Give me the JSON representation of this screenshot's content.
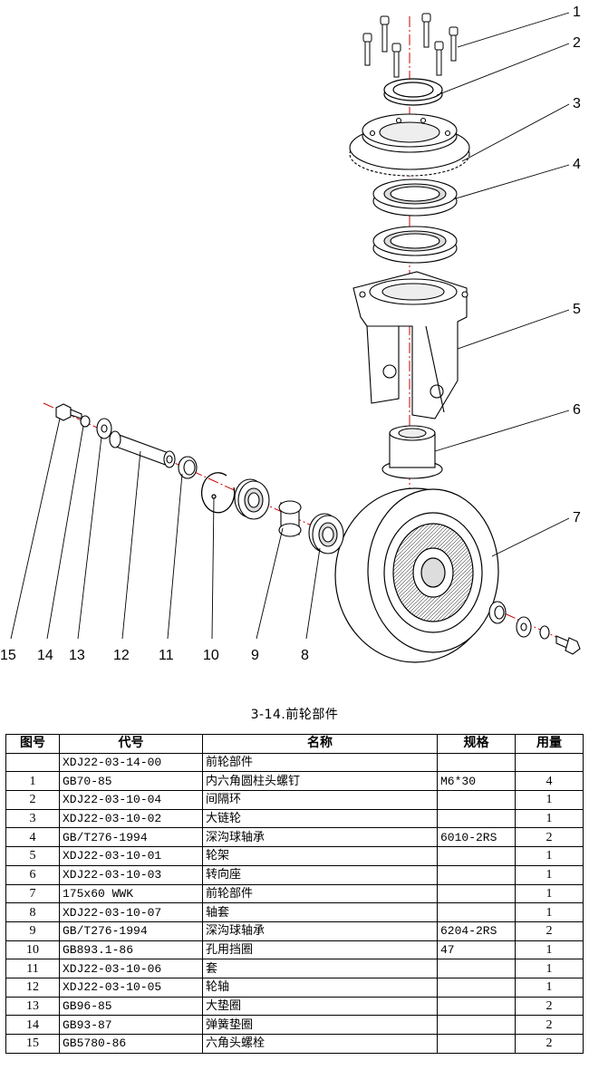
{
  "diagram": {
    "callouts": [
      "1",
      "2",
      "3",
      "4",
      "5",
      "6",
      "7",
      "8",
      "9",
      "10",
      "11",
      "12",
      "13",
      "14",
      "15"
    ]
  },
  "caption": "3-14.前轮部件",
  "table": {
    "headers": [
      "图号",
      "代号",
      "名称",
      "规格",
      "用量"
    ],
    "rows": [
      {
        "idx": "",
        "code": "XDJ22-03-14-00",
        "name": "前轮部件",
        "spec": "",
        "qty": ""
      },
      {
        "idx": "1",
        "code": "GB70-85",
        "name": "内六角圆柱头螺钉",
        "spec": "M6*30",
        "qty": "4"
      },
      {
        "idx": "2",
        "code": "XDJ22-03-10-04",
        "name": "间隔环",
        "spec": "",
        "qty": "1"
      },
      {
        "idx": "3",
        "code": "XDJ22-03-10-02",
        "name": "大链轮",
        "spec": "",
        "qty": "1"
      },
      {
        "idx": "4",
        "code": "GB/T276-1994",
        "name": "深沟球轴承",
        "spec": "6010-2RS",
        "qty": "2"
      },
      {
        "idx": "5",
        "code": "XDJ22-03-10-01",
        "name": "轮架",
        "spec": "",
        "qty": "1"
      },
      {
        "idx": "6",
        "code": "XDJ22-03-10-03",
        "name": "转向座",
        "spec": "",
        "qty": "1"
      },
      {
        "idx": "7",
        "code": "175x60 WWK",
        "name": "前轮部件",
        "spec": "",
        "qty": "1"
      },
      {
        "idx": "8",
        "code": "XDJ22-03-10-07",
        "name": "轴套",
        "spec": "",
        "qty": "1"
      },
      {
        "idx": "9",
        "code": "GB/T276-1994",
        "name": "深沟球轴承",
        "spec": "6204-2RS",
        "qty": "2"
      },
      {
        "idx": "10",
        "code": "GB893.1-86",
        "name": "孔用挡圈",
        "spec": "47",
        "qty": "1"
      },
      {
        "idx": "11",
        "code": "XDJ22-03-10-06",
        "name": "套",
        "spec": "",
        "qty": "1"
      },
      {
        "idx": "12",
        "code": "XDJ22-03-10-05",
        "name": "轮轴",
        "spec": "",
        "qty": "1"
      },
      {
        "idx": "13",
        "code": "GB96-85",
        "name": "大垫圈",
        "spec": "",
        "qty": "2"
      },
      {
        "idx": "14",
        "code": "GB93-87",
        "name": "弹簧垫圈",
        "spec": "",
        "qty": "2"
      },
      {
        "idx": "15",
        "code": "GB5780-86",
        "name": "六角头螺栓",
        "spec": "",
        "qty": "2"
      }
    ]
  }
}
